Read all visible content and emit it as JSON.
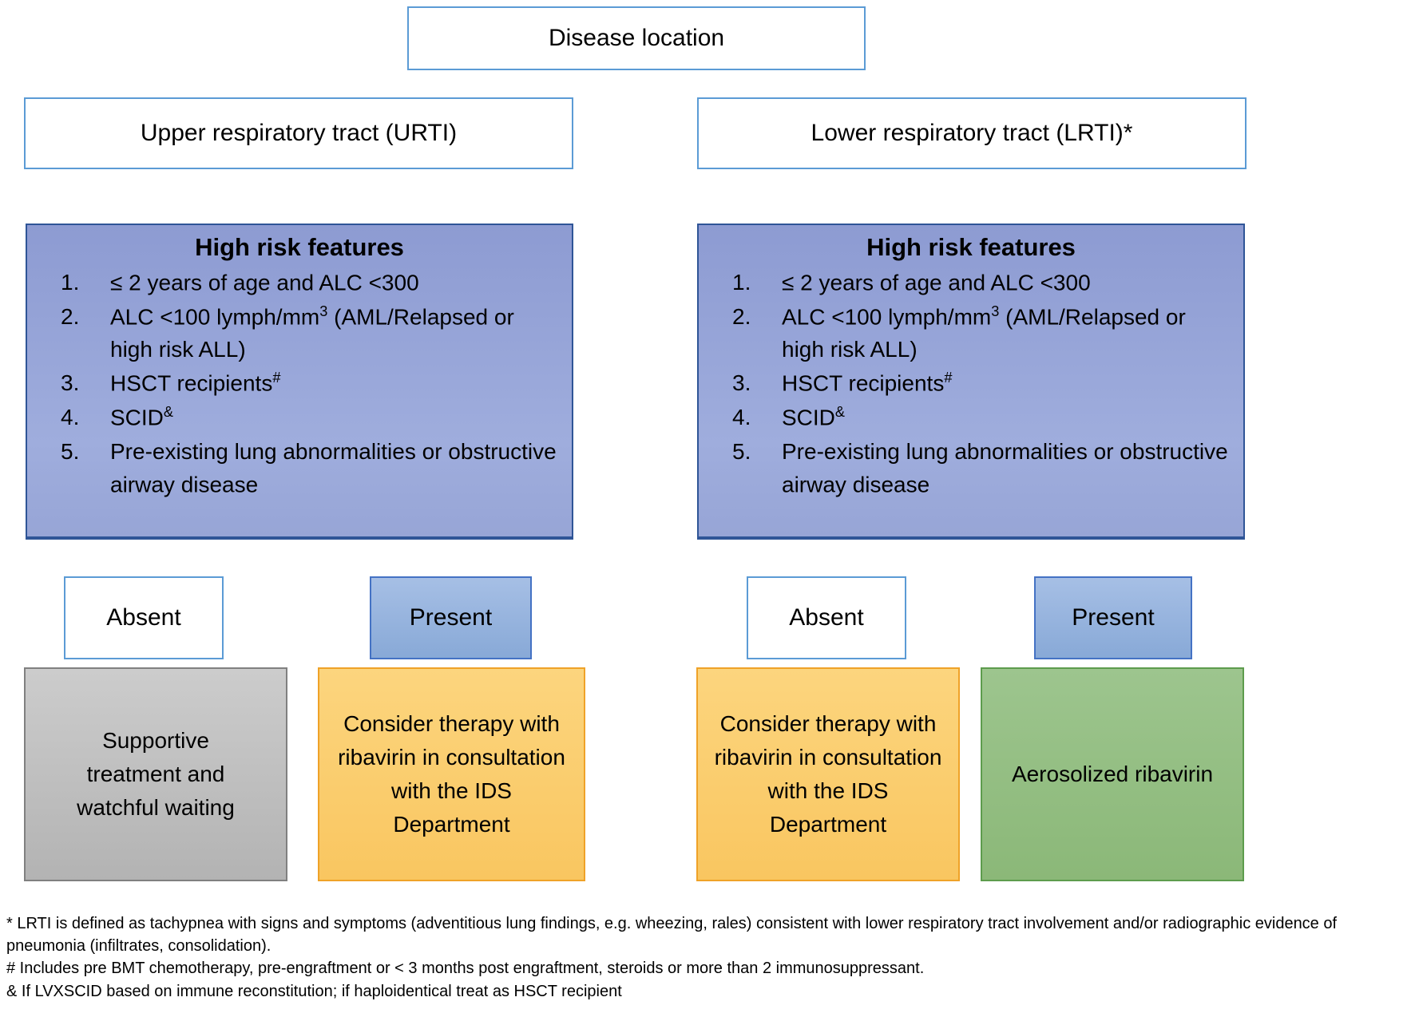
{
  "colors": {
    "white-box-border": "#5B9BD5",
    "highrisk-fill-top": "#8D9BD2",
    "highrisk-fill-bottom": "#9FADDD",
    "highrisk-border": "#2F5597",
    "present-fill-top": "#A6BFE5",
    "present-fill-bottom": "#88A9D7",
    "present-border": "#4472C4",
    "gray-fill-top": "#CCCCCC",
    "gray-fill-bottom": "#B3B3B3",
    "gray-border": "#808080",
    "orange-fill-top": "#FCD57E",
    "orange-fill-bottom": "#F9C660",
    "orange-border": "#EFA228",
    "green-fill-top": "#9DC58E",
    "green-fill-bottom": "#8BB878",
    "green-border": "#5D9C4D",
    "text": "#000000"
  },
  "root": {
    "label": "Disease location"
  },
  "branches": [
    {
      "label": "Upper respiratory tract (URTI)",
      "high_risk": {
        "title": "High risk features",
        "items": [
          {
            "num": "1.",
            "pre": "≤ 2 years of age and ALC <300",
            "sup": "",
            "post": ""
          },
          {
            "num": "2.",
            "pre": "ALC <100 lymph/mm",
            "sup": "3",
            "post": " (AML/Relapsed or high risk ALL)"
          },
          {
            "num": "3.",
            "pre": "HSCT recipients",
            "sup": "#",
            "post": ""
          },
          {
            "num": "4.",
            "pre": "SCID",
            "sup": "&",
            "post": ""
          },
          {
            "num": "5.",
            "pre": "Pre-existing lung abnormalities or obstructive airway disease",
            "sup": "",
            "post": ""
          }
        ]
      },
      "absent_label": "Absent",
      "present_label": "Present",
      "absent_outcome": "Supportive treatment and watchful waiting",
      "present_outcome": "Consider therapy with ribavirin in consultation with the IDS Department"
    },
    {
      "label": "Lower respiratory tract (LRTI)*",
      "high_risk": {
        "title": "High risk features",
        "items": [
          {
            "num": "1.",
            "pre": "≤ 2 years of age and ALC <300",
            "sup": "",
            "post": ""
          },
          {
            "num": "2.",
            "pre": "ALC <100 lymph/mm",
            "sup": "3",
            "post": " (AML/Relapsed or high risk ALL)"
          },
          {
            "num": "3.",
            "pre": "HSCT recipients",
            "sup": "#",
            "post": ""
          },
          {
            "num": "4.",
            "pre": "SCID",
            "sup": "&",
            "post": ""
          },
          {
            "num": "5.",
            "pre": "Pre-existing lung abnormalities or obstructive airway disease",
            "sup": "",
            "post": ""
          }
        ]
      },
      "absent_label": "Absent",
      "present_label": "Present",
      "absent_outcome": "Consider therapy with ribavirin in consultation with the IDS Department",
      "present_outcome": "Aerosolized ribavirin"
    }
  ],
  "footnotes": [
    "* LRTI is defined as tachypnea with signs and symptoms (adventitious lung findings, e.g. wheezing, rales) consistent with lower respiratory tract involvement and/or radiographic evidence of pneumonia (infiltrates, consolidation).",
    "# Includes pre BMT chemotherapy, pre-engraftment or < 3 months post engraftment, steroids or more than 2 immunosuppressant.",
    "& If LVXSCID based on immune reconstitution; if haploidentical treat as HSCT recipient"
  ]
}
